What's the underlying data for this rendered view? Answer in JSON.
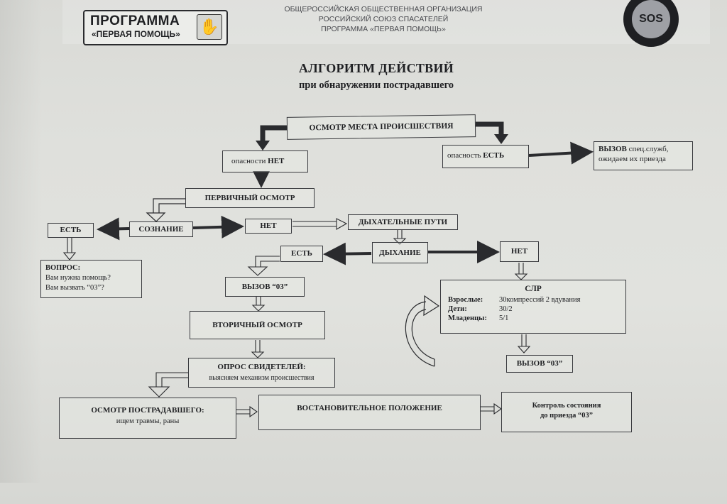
{
  "header": {
    "logo_line1": "ПРОГРАММА",
    "logo_line2": "«ПЕРВАЯ ПОМОЩЬ»",
    "org_lines": [
      "ОБЩЕРОССИЙСКАЯ ОБЩЕСТВЕННАЯ ОРГАНИЗАЦИЯ",
      "РОССИЙСКИЙ СОЮЗ СПАСАТЕЛЕЙ",
      "ПРОГРАММА «ПЕРВАЯ ПОМОЩЬ»"
    ],
    "emblem_text": "SOS"
  },
  "title": "АЛГОРИТМ ДЕЙСТВИЙ",
  "subtitle": "при обнаружении пострадавшего",
  "nodes": {
    "scene": "ОСМОТР МЕСТА ПРОИСШЕСТВИЯ",
    "danger_no_prefix": "опасности",
    "danger_no_word": "НЕТ",
    "danger_yes_prefix": "опасность",
    "danger_yes_word": "ЕСТЬ",
    "call_services_bold": "ВЫЗОВ",
    "call_services_rest": "спец.служб,",
    "call_services_line2": "ожидаем их приезда",
    "primary": "ПЕРВИЧНЫЙ ОСМОТР",
    "consciousness": "СОЗНАНИЕ",
    "cons_yes": "ЕСТЬ",
    "cons_no": "НЕТ",
    "airways": "ДЫХАТЕЛЬНЫЕ ПУТИ",
    "question_title": "ВОПРОС:",
    "question_l1": "Вам нужна помощь?",
    "question_l2": "Вам вызвать “03”?",
    "breath_yes": "ЕСТЬ",
    "breathing": "ДЫХАНИЕ",
    "breath_no": "НЕТ",
    "call03_a": "ВЫЗОВ “03”",
    "secondary": "ВТОРИЧНЫЙ ОСМОТР",
    "witness_title": "ОПРОС СВИДЕТЕЛЕЙ:",
    "witness_sub": "выясняем механизм происшествия",
    "victim_title": "ОСМОТР ПОСТРАДАВШЕГО:",
    "victim_sub": "ищем травмы, раны",
    "recovery": "ВОСТАНОВИТЕЛЬНОЕ ПОЛОЖЕНИЕ",
    "monitor_l1": "Контроль состояния",
    "monitor_l2": "до приезда “03”",
    "cpr": {
      "title": "СЛР",
      "rows": [
        {
          "label": "Взрослые:",
          "value": "30компрессий 2 вдувания"
        },
        {
          "label": "Дети:",
          "value": "30/2"
        },
        {
          "label": "Младенцы:",
          "value": "5/1"
        }
      ]
    },
    "call03_b": "ВЫЗОВ “03”"
  }
}
